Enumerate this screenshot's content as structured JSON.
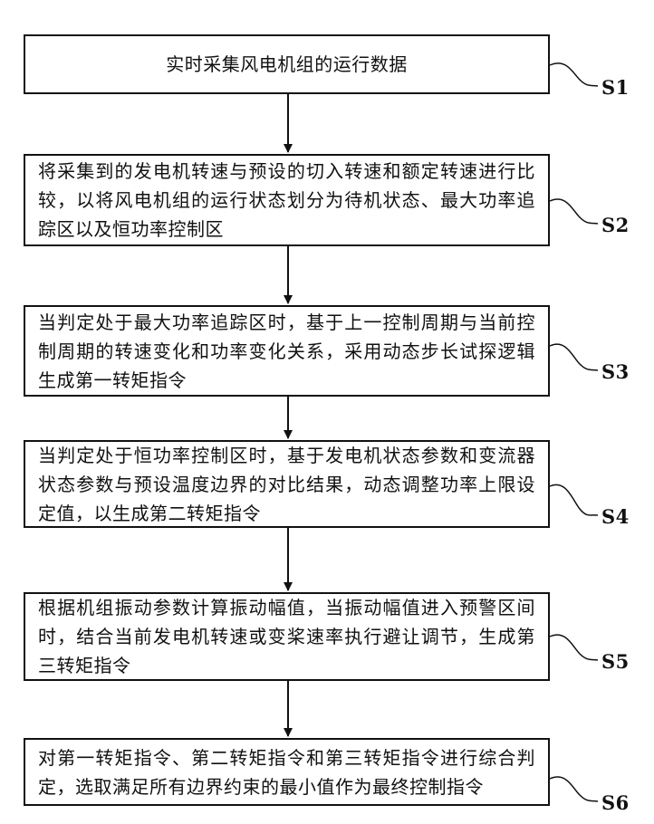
{
  "steps": [
    {
      "label": "S1",
      "text": "实时采集风电机组的运行数据"
    },
    {
      "label": "S2",
      "text": "将采集到的发电机转速与预设的切入转速和额定转速进行比较，以将风电机组的运行状态划分为待机状态、最大功率追踪区以及恒功率控制区"
    },
    {
      "label": "S3",
      "text": "当判定处于最大功率追踪区时，基于上一控制周期与当前控制周期的转速变化和功率变化关系，采用动态步长试探逻辑生成第一转矩指令"
    },
    {
      "label": "S4",
      "text": "当判定处于恒功率控制区时，基于发电机状态参数和变流器状态参数与预设温度边界的对比结果，动态调整功率上限设定值，以生成第二转矩指令"
    },
    {
      "label": "S5",
      "text": "根据机组振动参数计算振动幅值，当振动幅值进入预警区间时，结合当前发电机转速或变桨速率执行避让调节，生成第三转矩指令"
    },
    {
      "label": "S6",
      "text": "对第一转矩指令、第二转矩指令和第三转矩指令进行综合判定，选取满足所有边界约束的最小值作为最终控制指令"
    }
  ]
}
